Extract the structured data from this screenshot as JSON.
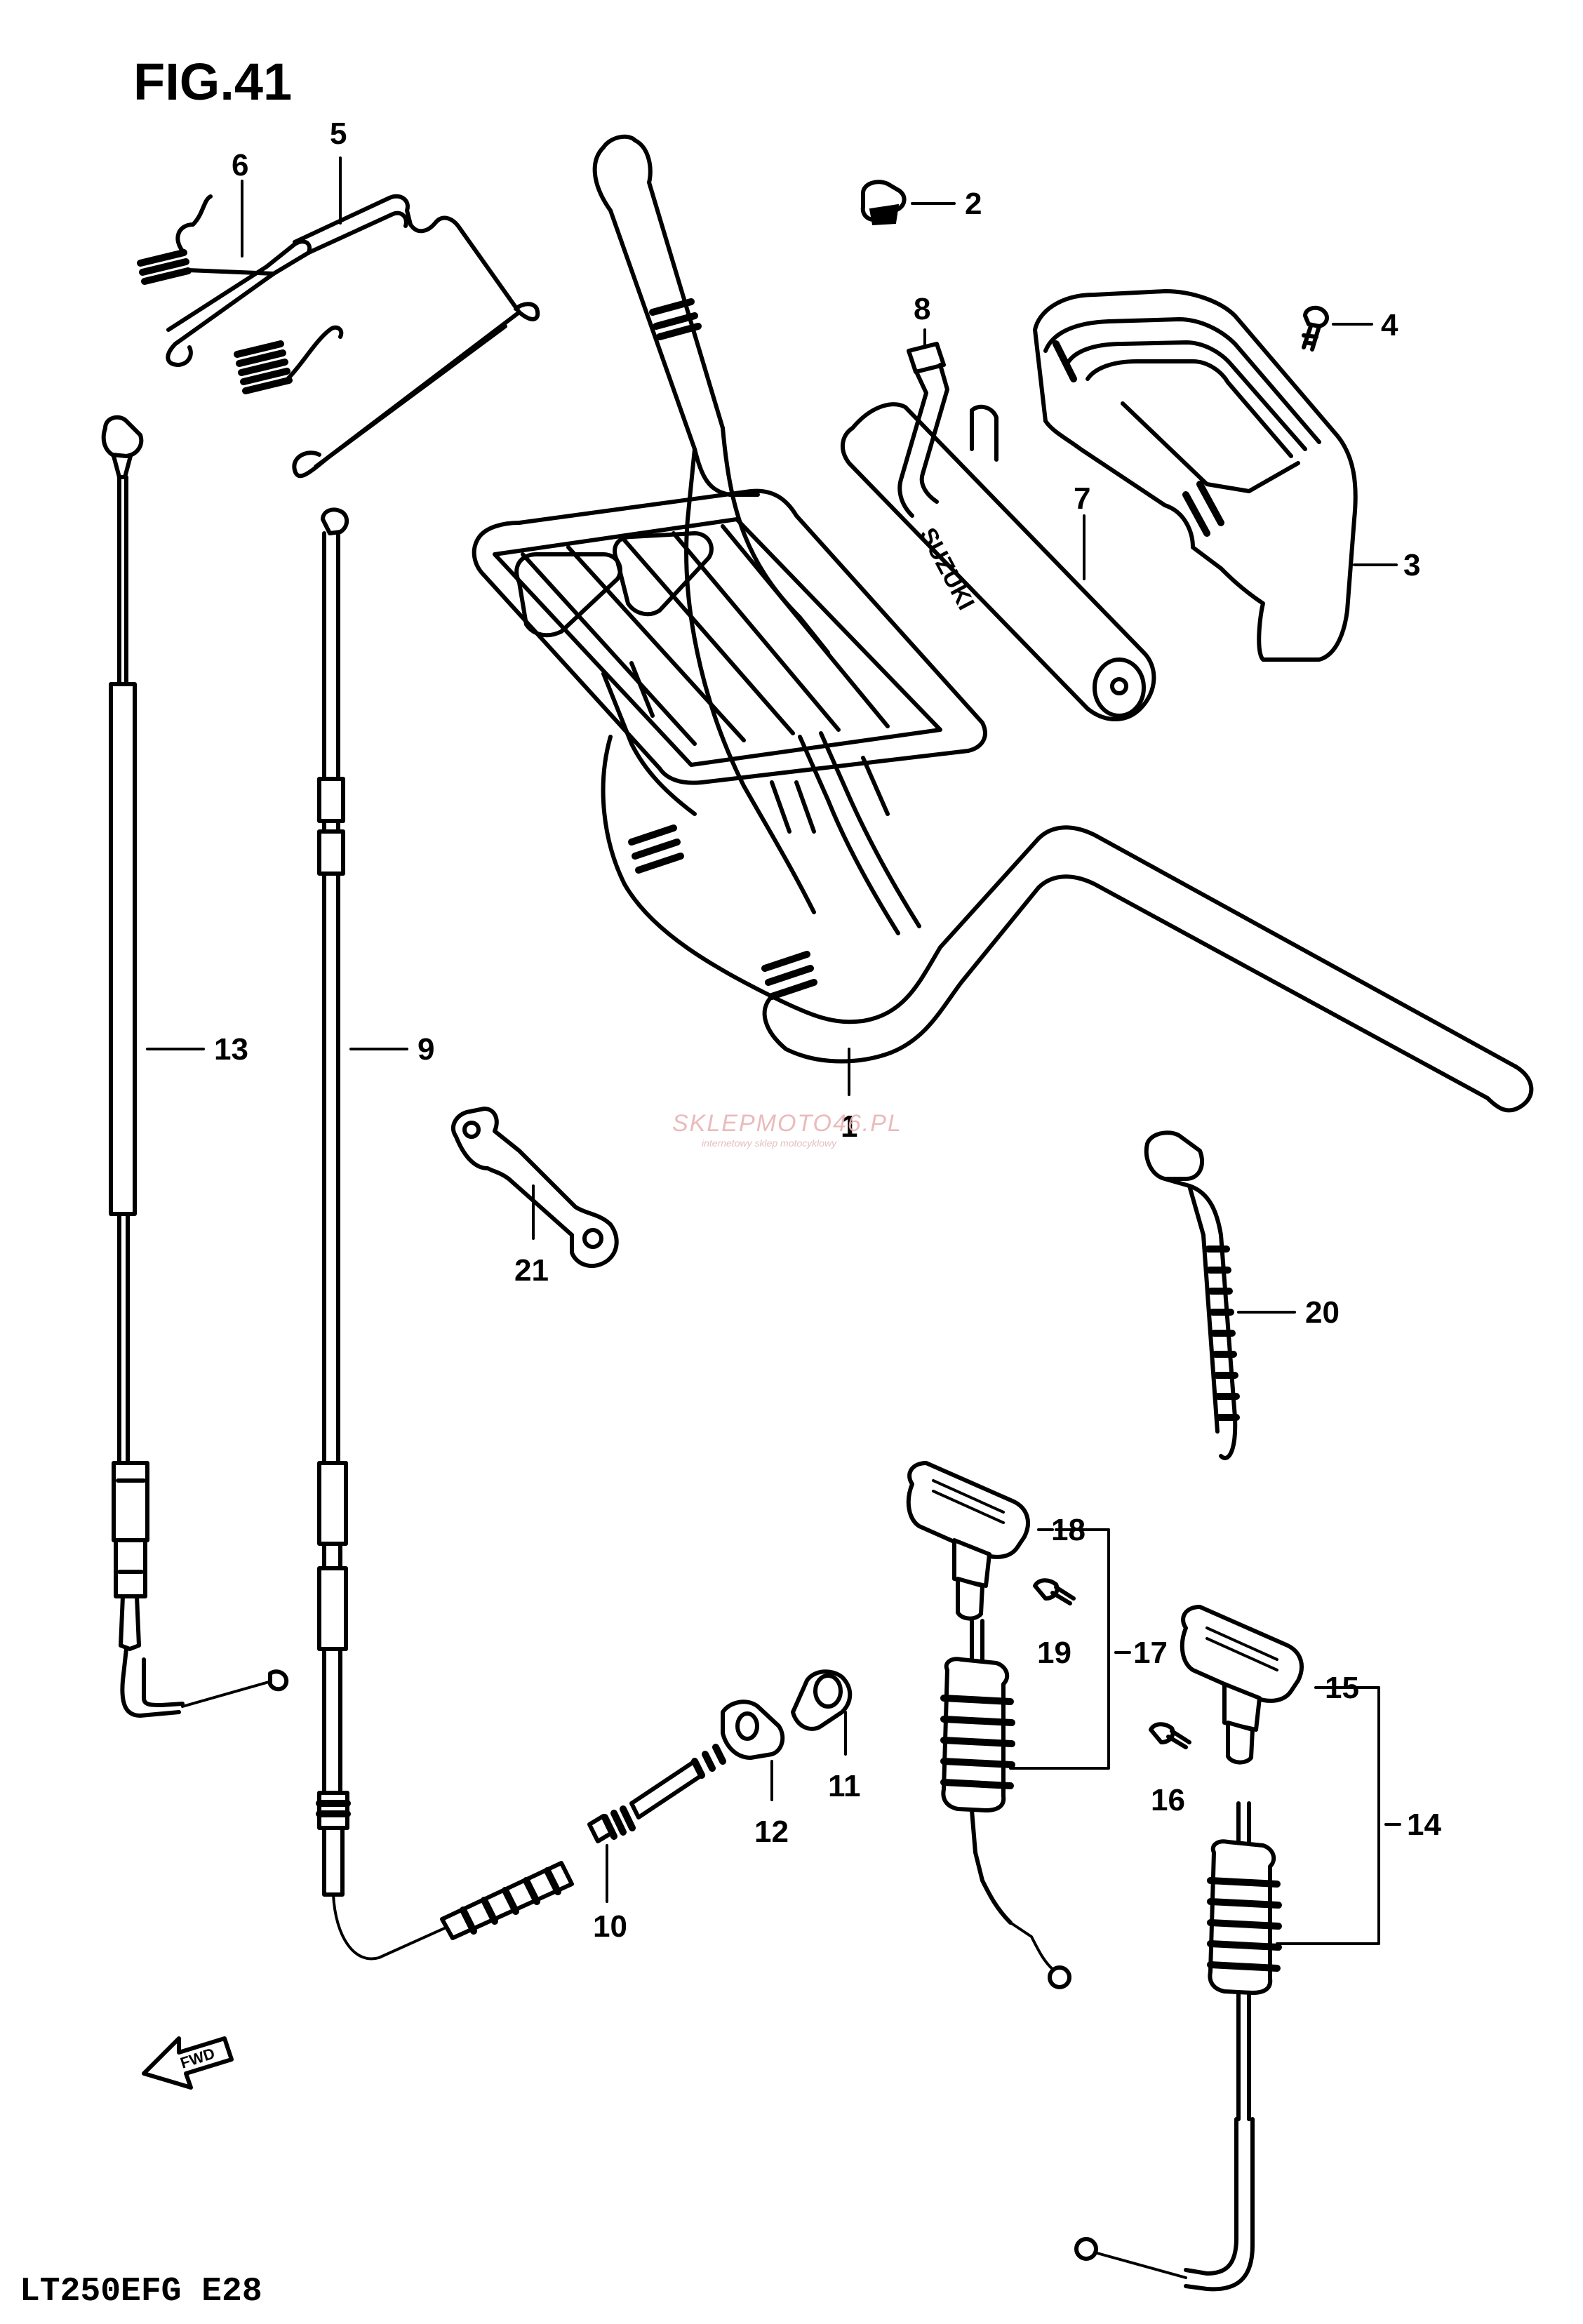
{
  "figure": {
    "title": "FIG.41",
    "model_code": "LT250EFG  E28"
  },
  "parts": [
    {
      "id": "part-1",
      "label": "1"
    },
    {
      "id": "part-2",
      "label": "2"
    },
    {
      "id": "part-3",
      "label": "3"
    },
    {
      "id": "part-4",
      "label": "4"
    },
    {
      "id": "part-5",
      "label": "5"
    },
    {
      "id": "part-6",
      "label": "6"
    },
    {
      "id": "part-7",
      "label": "7"
    },
    {
      "id": "part-8",
      "label": "8"
    },
    {
      "id": "part-9",
      "label": "9"
    },
    {
      "id": "part-10",
      "label": "10"
    },
    {
      "id": "part-11",
      "label": "11"
    },
    {
      "id": "part-12",
      "label": "12"
    },
    {
      "id": "part-13",
      "label": "13"
    },
    {
      "id": "part-14",
      "label": "14"
    },
    {
      "id": "part-15",
      "label": "15"
    },
    {
      "id": "part-16",
      "label": "16"
    },
    {
      "id": "part-17",
      "label": "17"
    },
    {
      "id": "part-18",
      "label": "18"
    },
    {
      "id": "part-19",
      "label": "19"
    },
    {
      "id": "part-20",
      "label": "20"
    },
    {
      "id": "part-21",
      "label": "21"
    }
  ],
  "pad_brand": "SUZUKI",
  "direction_marker": "FWD",
  "watermark": {
    "main": "SKLEPMOTO46.PL",
    "sub": "internetowy sklep motocyklowy"
  },
  "colors": {
    "ink": "#000000",
    "paper": "#ffffff",
    "watermark": "#e8b4b4"
  }
}
